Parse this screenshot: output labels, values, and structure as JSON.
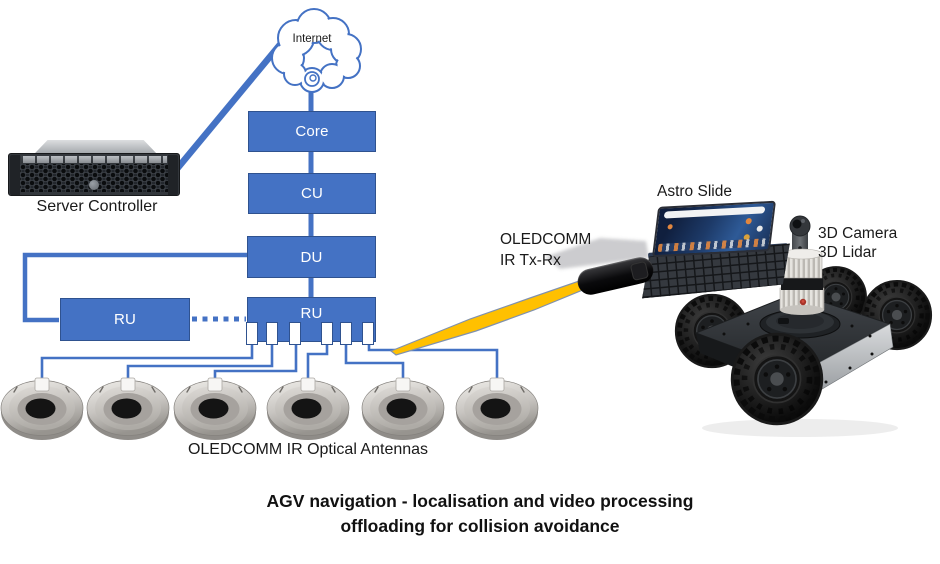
{
  "labels": {
    "internet": "Internet",
    "server": "Server Controller",
    "core": "Core",
    "cu": "CU",
    "du": "DU",
    "ru_left": "RU",
    "ru_right": "RU",
    "oledcomm_line1": "OLEDCOMM",
    "oledcomm_line2": "IR Tx-Rx",
    "astro_slide": "Astro Slide",
    "camera": "3D Camera",
    "lidar": "3D Lidar",
    "antennas": "OLEDCOMM IR Optical Antennas",
    "caption_line1": "AGV navigation - localisation and video processing",
    "caption_line2": "offloading for collision avoidance"
  },
  "colors": {
    "accent_blue": "#4472C4",
    "border_blue": "#2F528F",
    "beam_yellow": "#FFC000"
  }
}
